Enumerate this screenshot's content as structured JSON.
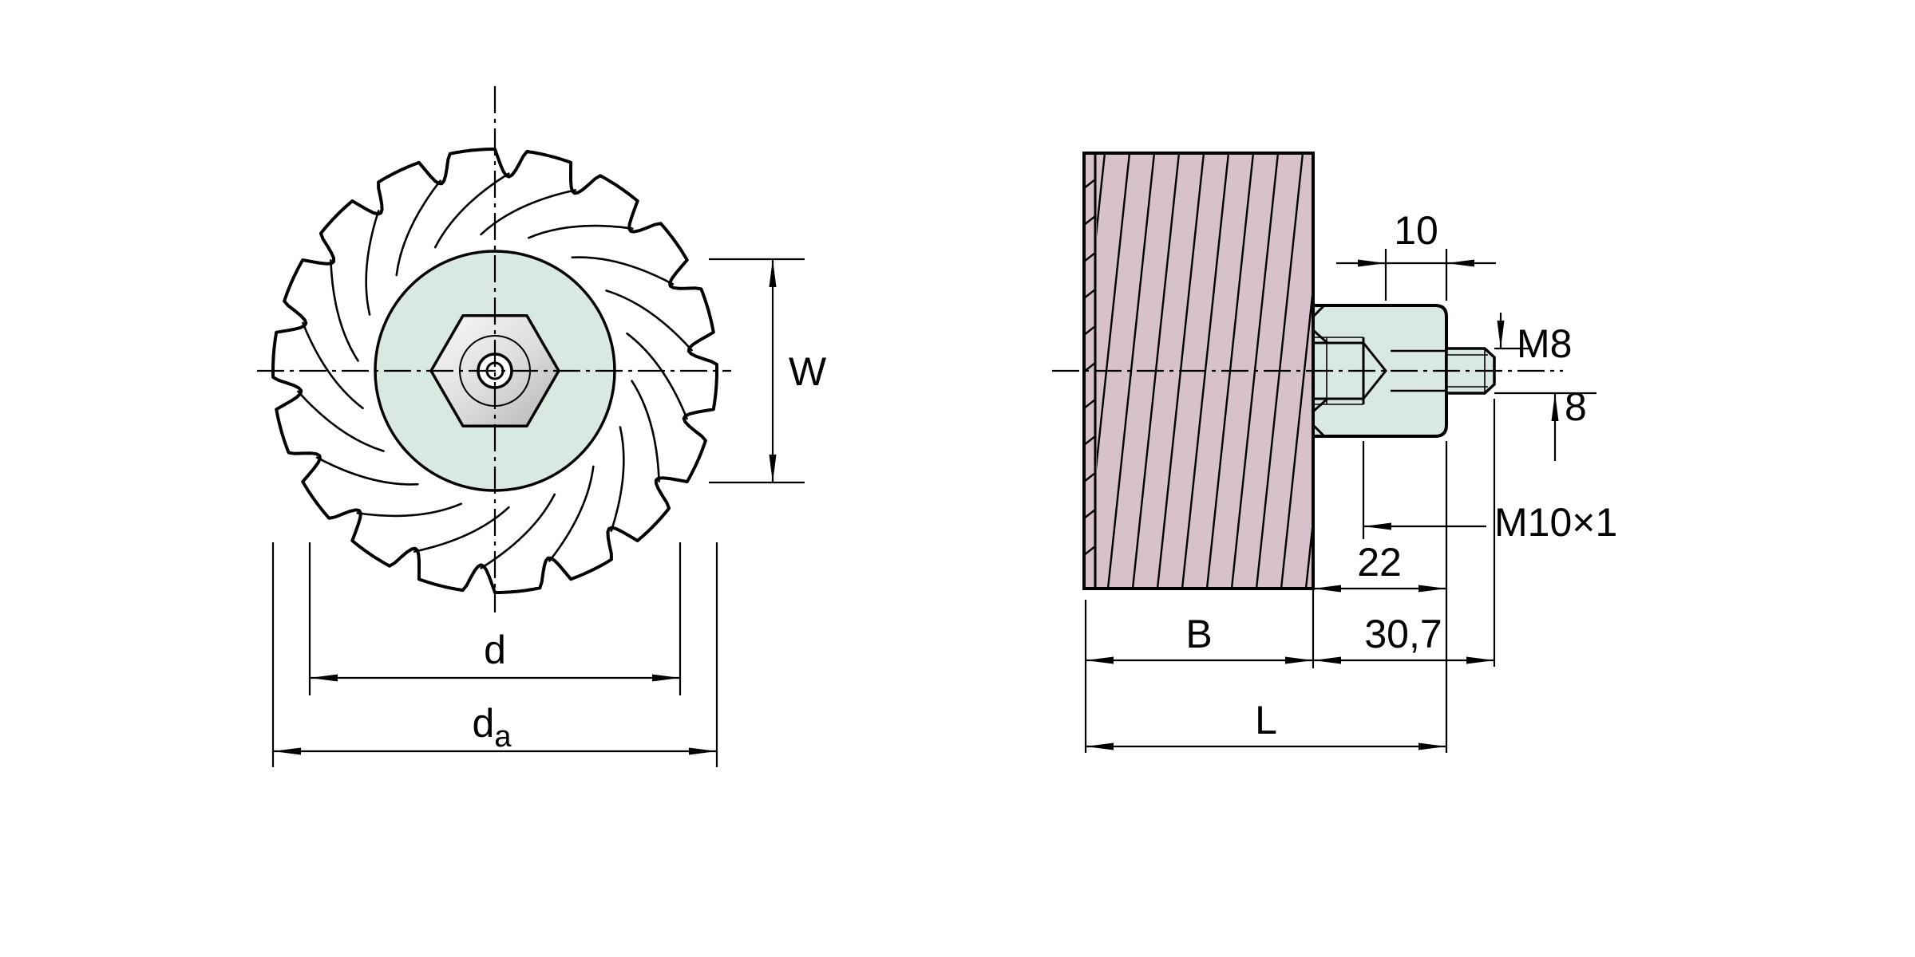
{
  "labels": {
    "w": "W",
    "d": "d",
    "da_base": "d",
    "da_sub": "a",
    "dim_10": "10",
    "thread_m8": "M8",
    "dim_8": "8",
    "thread_m10": "M10×1",
    "dim_22": "22",
    "dim_30_7": "30,7",
    "dim_b": "B",
    "dim_l": "L"
  },
  "colors": {
    "gear_body": "#d7c2cb",
    "hub_face": "#d9e8e0",
    "line": "#000000",
    "metal_light": "#fafafa",
    "metal_mid": "#dcdcdc",
    "metal_dark": "#b3b3b3",
    "background": "#ffffff"
  }
}
